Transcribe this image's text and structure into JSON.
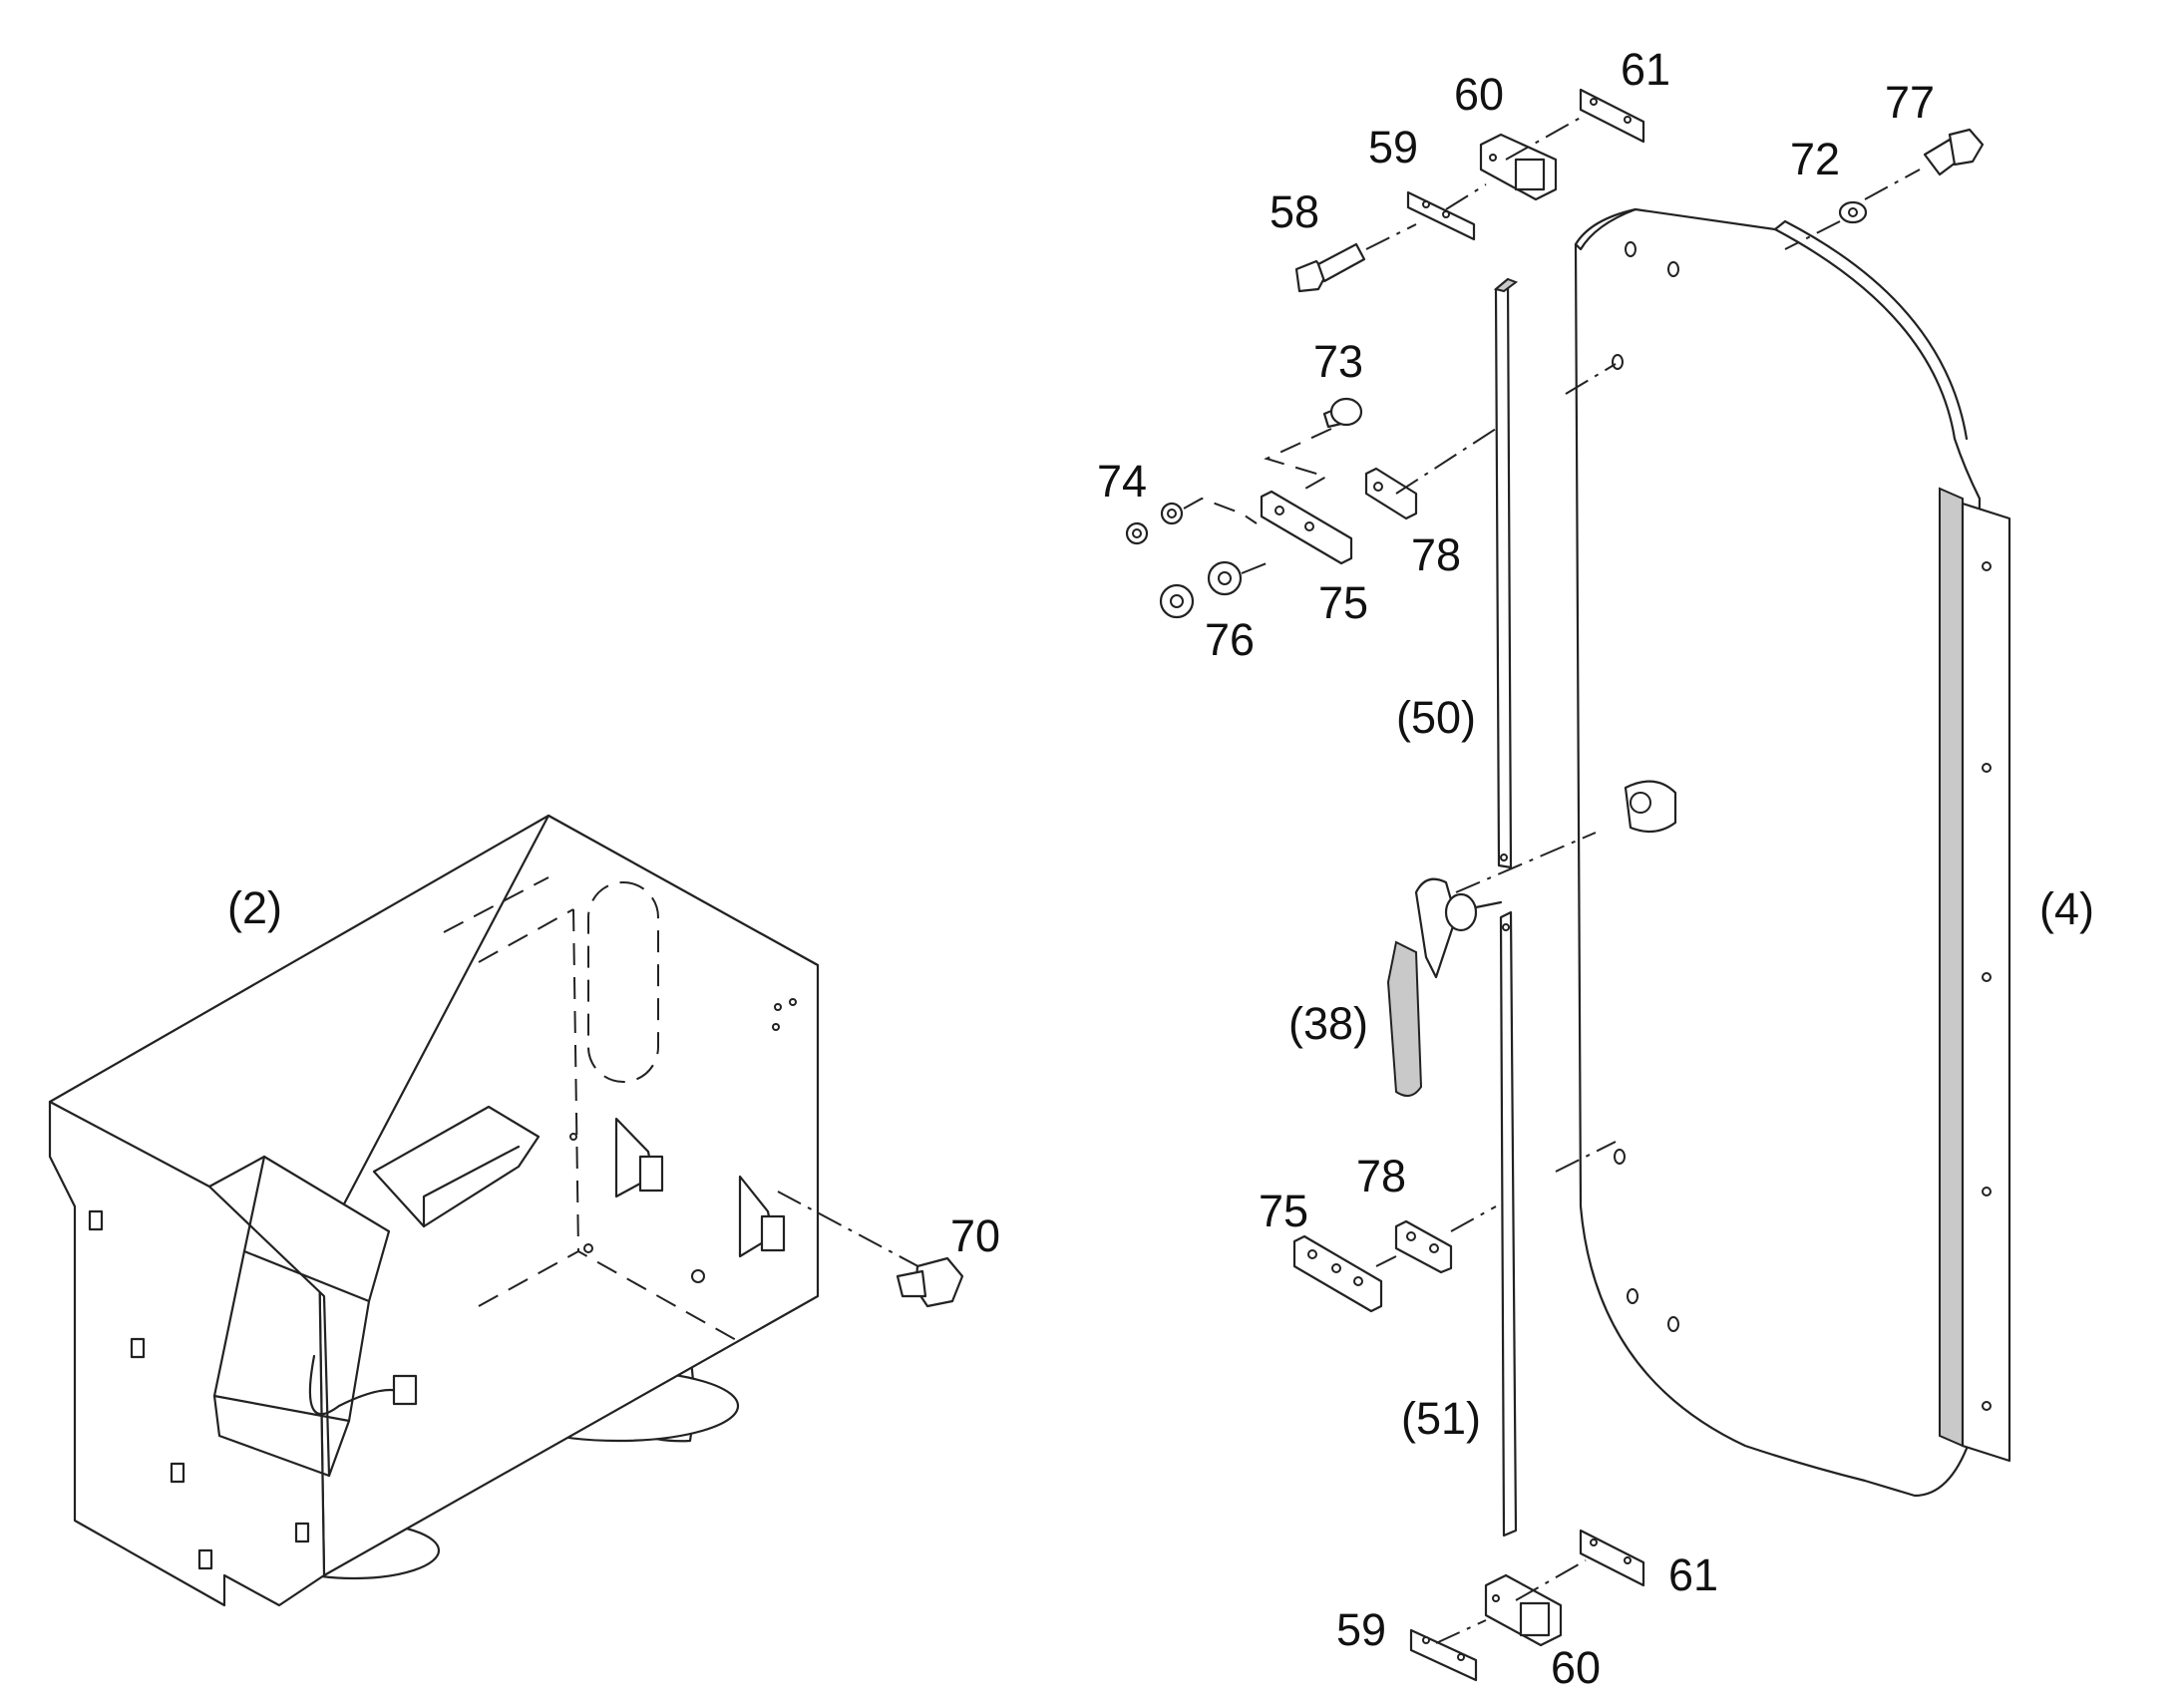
{
  "labels": {
    "cabinet": "(2)",
    "door": "(4)",
    "latch_handle": "(38)",
    "seal_upper": "(50)",
    "seal_lower": "(51)",
    "p58": "58",
    "p59_top": "59",
    "p59_bottom": "59",
    "p60_top": "60",
    "p60_bottom": "60",
    "p61_top": "61",
    "p61_bottom": "61",
    "p70": "70",
    "p72": "72",
    "p73": "73",
    "p74": "74",
    "p75_top": "75",
    "p75_bottom": "75",
    "p76": "76",
    "p77": "77",
    "p78_top": "78",
    "p78_bottom": "78"
  }
}
